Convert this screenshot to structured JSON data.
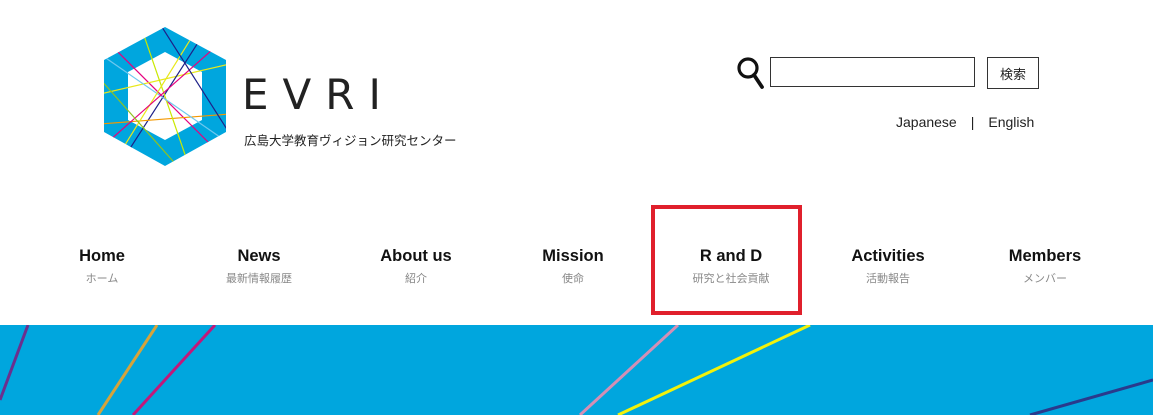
{
  "logo": {
    "wordmark": "EVRI",
    "subtitle": "広島大学教育ヴィジョン研究センター",
    "colors": {
      "hex": "#00a6de"
    }
  },
  "search": {
    "icon": "magnifier-icon",
    "value": "",
    "placeholder": "",
    "button_label": "検索"
  },
  "language": {
    "japanese": "Japanese",
    "separator": "|",
    "english": "English"
  },
  "nav": {
    "items": [
      {
        "label": "Home",
        "sub": "ホーム"
      },
      {
        "label": "News",
        "sub": "最新情報履歴"
      },
      {
        "label": "About us",
        "sub": "紹介"
      },
      {
        "label": "Mission",
        "sub": "使命"
      },
      {
        "label": "R and D",
        "sub": "研究と社会貢献"
      },
      {
        "label": "Activities",
        "sub": "活動報告"
      },
      {
        "label": "Members",
        "sub": "メンバー"
      }
    ],
    "highlighted": "R and D",
    "highlight_color": "#e0202c"
  },
  "banner": {
    "color": "#00a6de"
  }
}
